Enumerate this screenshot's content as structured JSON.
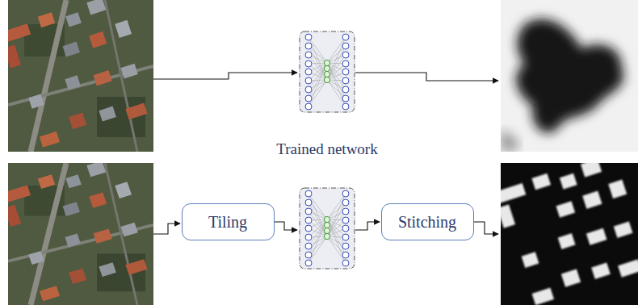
{
  "diagram": {
    "nodes": [
      {
        "text": [
          "Tiling"
        ]
      },
      {
        "text": [
          "Stitching"
        ]
      }
    ],
    "labels": [
      "Trained network"
    ]
  }
}
